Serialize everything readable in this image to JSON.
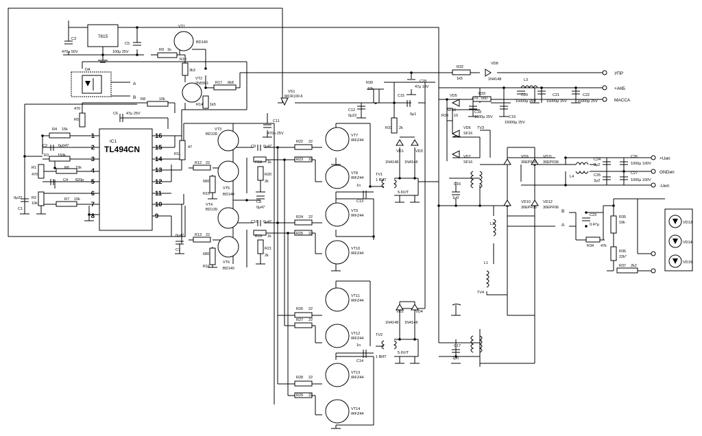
{
  "title": "",
  "ic1": {
    "ref": "IC1",
    "name": "TL494CN",
    "pins_left": [
      "1",
      "2",
      "3",
      "4",
      "5",
      "6",
      "7",
      "8"
    ],
    "pins_right": [
      "16",
      "15",
      "14",
      "13",
      "12",
      "11",
      "10",
      "9"
    ]
  },
  "regulator": "7815",
  "optocoupler": {
    "ref": "DA",
    "out_a": "A",
    "out_b": "B"
  },
  "terminals": {
    "upr": "УПР",
    "akb": "+АКБ",
    "massa": "МАССА",
    "uip_plus": "+Uип",
    "gnd": "GNDип",
    "uip_minus": "-Uип"
  },
  "components": {
    "vt1": {
      "ref": "VT1",
      "val": "BD140"
    },
    "vt2": {
      "ref": "VT2",
      "val": "2N5551"
    },
    "vt3": {
      "ref": "VT3",
      "val": "BD139"
    },
    "vt4": {
      "ref": "VT4",
      "val": "BD139"
    },
    "vt5": {
      "ref": "VT5",
      "val": "BD140"
    },
    "vt6": {
      "ref": "VT6",
      "val": "BD140"
    },
    "vt7": {
      "ref": "VT7",
      "val": "IRFZ44"
    },
    "vt8": {
      "ref": "VT8",
      "val": "IRFZ44"
    },
    "vt9": {
      "ref": "VT9",
      "val": "IRFZ44"
    },
    "vt10": {
      "ref": "VT10",
      "val": "IRFZ44"
    },
    "vt11": {
      "ref": "VT11",
      "val": "IRFZ44"
    },
    "vt12": {
      "ref": "VT12",
      "val": "IRFZ44"
    },
    "vt13": {
      "ref": "VT13",
      "val": "IRFZ44"
    },
    "vt14": {
      "ref": "VT14",
      "val": "IRFZ44"
    },
    "vs1": {
      "ref": "VS1",
      "val": "MCR100-6"
    },
    "c3": {
      "ref": "C3",
      "val": "470μ 50V"
    },
    "c5": {
      "ref": "C5",
      "val": "100μ 25V"
    },
    "c6": {
      "ref": "C6",
      "val": "47μ 25V"
    },
    "c11": {
      "ref": "C11",
      "val": "470μ 25V"
    },
    "c12": {
      "ref": "C12",
      "val": "0μ22"
    },
    "c15": {
      "ref": "C15",
      "val": "0μ1"
    },
    "c28": {
      "ref": "C28",
      "val": "47μ 16V"
    },
    "r9": {
      "ref": "R9",
      "val": "1k"
    },
    "r10": {
      "ref": "R10",
      "val": "3k3"
    },
    "r17": {
      "ref": "R17",
      "val": "6k8"
    },
    "r14": {
      "ref": "R14",
      "val": "1k5"
    },
    "r8": {
      "ref": "R8",
      "val": "10k"
    },
    "r30": {
      "ref": "R30",
      "val": "10k"
    },
    "r31": {
      "ref": "R31",
      "val": "2k"
    },
    "r32": {
      "ref": "R32",
      "val": "1k5"
    },
    "vd8": {
      "ref": "VD8",
      "val": "1N4148"
    },
    "r33": {
      "ref": "R33",
      "val": "470...560"
    },
    "l3": {
      "ref": "L3",
      "val": ""
    },
    "c18": {
      "ref": "C18",
      "val": "1000μ 25V"
    },
    "c19": {
      "ref": "C19",
      "val": "15000μ 25V"
    },
    "c20": {
      "ref": "C20",
      "val": "15000μ 25V"
    },
    "c21": {
      "ref": "C21",
      "val": "15000μ 25V"
    },
    "c22": {
      "ref": "C22",
      "val": "15000μ 25V"
    },
    "vd5": {
      "ref": "VD5",
      "val": "SF16"
    },
    "vd6": {
      "ref": "VD6",
      "val": "SF16"
    },
    "vd7": {
      "ref": "VD7",
      "val": "SF16"
    },
    "tv3": {
      "ref": "TV3",
      "val": ""
    },
    "r38": {
      "ref": "R38",
      "val": "10"
    },
    "r5": {
      "ref": "R5",
      "val": "470"
    },
    "r4": {
      "ref": "R4",
      "val": "15k"
    },
    "c2": {
      "ref": "C2",
      "val": "0μ047"
    },
    "r3": {
      "ref": "R3",
      "val": "150k"
    },
    "r6": {
      "ref": "R6",
      "val": "15k"
    },
    "c4": {
      "ref": "C4",
      "val": "820p"
    },
    "r7": {
      "ref": "R7",
      "val": "10k"
    },
    "r1": {
      "ref": "R1",
      "val": "470"
    },
    "r2": {
      "ref": "R2",
      "val": "10k"
    },
    "c1": {
      "ref": "C1",
      "val": "0μ22"
    },
    "r11": {
      "ref": "R11",
      "val": "47"
    },
    "r12": {
      "ref": "R12",
      "val": "22"
    },
    "r13": {
      "ref": "R13",
      "val": "22"
    },
    "c7": {
      "ref": "C7",
      "val": "0μ47"
    },
    "r15": {
      "ref": "R15",
      "val": "680"
    },
    "r16": {
      "ref": "R16",
      "val": "680"
    },
    "c9": {
      "ref": "C9",
      "val": "0μ47"
    },
    "r18": {
      "ref": "R18",
      "val": "1k"
    },
    "r20": {
      "ref": "R20",
      "val": "2k"
    },
    "c8": {
      "ref": "C8",
      "val": "0μ47"
    },
    "c10": {
      "ref": "C10",
      "val": "0μ47"
    },
    "r19": {
      "ref": "R19",
      "val": "1k"
    },
    "r21": {
      "ref": "R21",
      "val": "2k"
    },
    "r22": {
      "ref": "R22",
      "val": "22"
    },
    "r23": {
      "ref": "R23",
      "val": "22"
    },
    "r24": {
      "ref": "R24",
      "val": "22"
    },
    "r25": {
      "ref": "R25",
      "val": "22"
    },
    "r26": {
      "ref": "R26",
      "val": "22"
    },
    "r27": {
      "ref": "R27",
      "val": "22"
    },
    "r28": {
      "ref": "R28",
      "val": "22"
    },
    "r29": {
      "ref": "R29",
      "val": "22"
    },
    "tv1": {
      "ref": "TV1",
      "val": ""
    },
    "tv2": {
      "ref": "TV2",
      "val": ""
    },
    "tv4": {
      "ref": "TV4",
      "val": ""
    },
    "vd1": {
      "ref": "VD1",
      "val": "1N4148"
    },
    "vd2": {
      "ref": "VD2",
      "val": "1N4148"
    },
    "vd3": {
      "ref": "VD3",
      "val": "1N4148"
    },
    "vd4": {
      "ref": "VD4",
      "val": "1N4148"
    },
    "c13": {
      "ref": "C13",
      "val": "1n"
    },
    "c14": {
      "ref": "C14",
      "val": "1n"
    },
    "c16": {
      "ref": "C16",
      "val": "1μ0"
    },
    "c17": {
      "ref": "C17",
      "val": "1μ0"
    },
    "l1": {
      "ref": "L1",
      "val": ""
    },
    "l2": {
      "ref": "L2",
      "val": ""
    },
    "l4": {
      "ref": "L4",
      "val": ""
    },
    "vd9": {
      "ref": "VD9",
      "val": "30EPF06"
    },
    "vd10": {
      "ref": "VD10",
      "val": "30EPF06"
    },
    "vd11": {
      "ref": "VD11",
      "val": "30EPF06"
    },
    "vd12": {
      "ref": "VD12",
      "val": "30EPF06"
    },
    "c23": {
      "ref": "C23",
      "val": "0.47μ"
    },
    "c24": {
      "ref": "C24",
      "val": "2μ2"
    },
    "c25": {
      "ref": "C25",
      "val": "2μ2"
    },
    "c26": {
      "ref": "C26",
      "val": "1000μ 100V"
    },
    "c27": {
      "ref": "C27",
      "val": "1000μ 100V"
    },
    "r34": {
      "ref": "R34",
      "val": "47k"
    },
    "r35": {
      "ref": "R35",
      "val": "10k"
    },
    "r36": {
      "ref": "R36",
      "val": "22k*"
    },
    "r37": {
      "ref": "R37",
      "val": "2k2"
    },
    "vd13": {
      "ref": "VD13",
      "val": ""
    },
    "vd14": {
      "ref": "VD14",
      "val": ""
    },
    "vd15": {
      "ref": "VD15",
      "val": ""
    }
  },
  "misc": {
    "zener_label": "5.6V/T",
    "winding_label": "1 ВИТ",
    "node_a": "A",
    "node_b": "B"
  }
}
